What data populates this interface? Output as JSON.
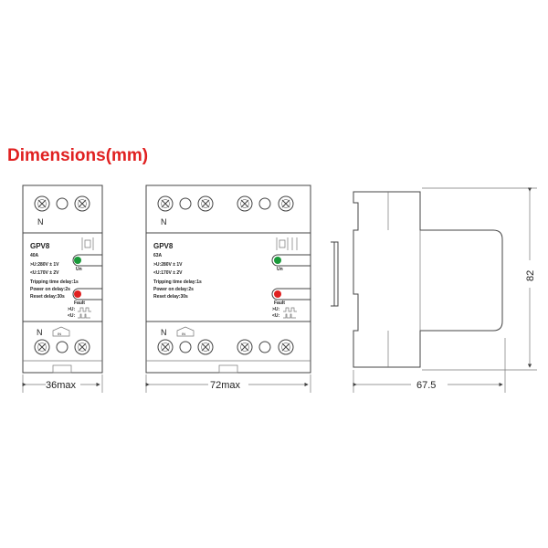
{
  "title": "Dimensions(mm)",
  "module_1p": {
    "terminal_label_top": "N",
    "terminal_label_bottom": "N",
    "in_label": "IN",
    "model": "GPV8",
    "rating": "40A",
    "over_voltage": ">U:280V ± 1V",
    "under_voltage": "<U:170V ± 2V",
    "trip_delay": "Tripping time delay:1s",
    "power_on_delay": "Power  on delay:2s",
    "reset_delay": "Reset delay:30s",
    "un_label": "Un",
    "fault_label": "Fault",
    "over_wave_label": ">U:",
    "under_wave_label": "<U:",
    "width_dimension": "36max"
  },
  "module_3p": {
    "terminal_label_top": "N",
    "terminal_label_bottom": "N",
    "in_label": "IN",
    "model": "GPV8",
    "rating": "63A",
    "over_voltage": ">U:280V ± 1V",
    "under_voltage": "<U:170V ± 2V",
    "trip_delay": "Tripping time delay:1s",
    "power_on_delay": "Power  on delay:2s",
    "reset_delay": "Reset delay:30s",
    "un_label": "Un",
    "fault_label": "Fault",
    "over_wave_label": ">U:",
    "under_wave_label": "<U:",
    "width_dimension": "72max"
  },
  "side_view": {
    "depth_dimension": "67.5",
    "height_dimension": "82"
  },
  "colors": {
    "title": "#e02020",
    "un_led": "#1a9a3a",
    "fault_led": "#e02020"
  }
}
